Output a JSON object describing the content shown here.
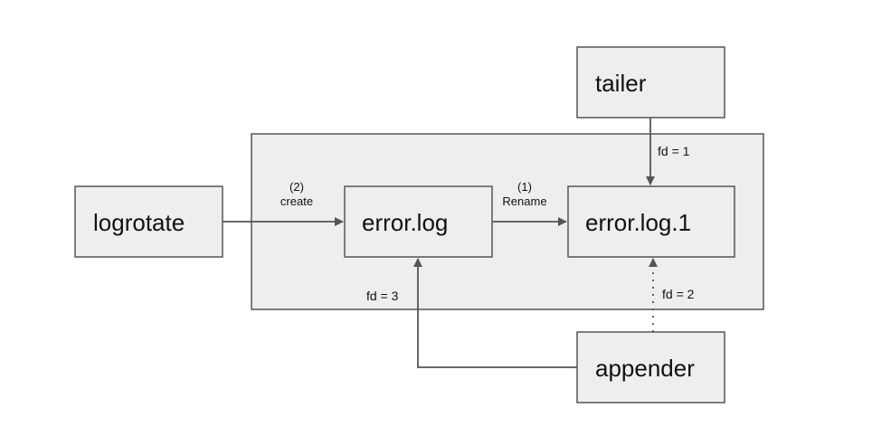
{
  "colors": {
    "box_fill": "#eeeeee",
    "stroke": "#555555",
    "arrow": "#555555",
    "text": "#111111"
  },
  "nodes": {
    "tailer": "tailer",
    "logrotate": "logrotate",
    "error_log": "error.log",
    "error_log_1": "error.log.1",
    "appender": "appender"
  },
  "edges": {
    "create_step": "(2)",
    "create_label": "create",
    "rename_step": "(1)",
    "rename_label": "Rename",
    "tailer_fd": "fd = 1",
    "appender_fd_error_log": "fd = 3",
    "appender_fd_error_log_1": "fd = 2"
  }
}
